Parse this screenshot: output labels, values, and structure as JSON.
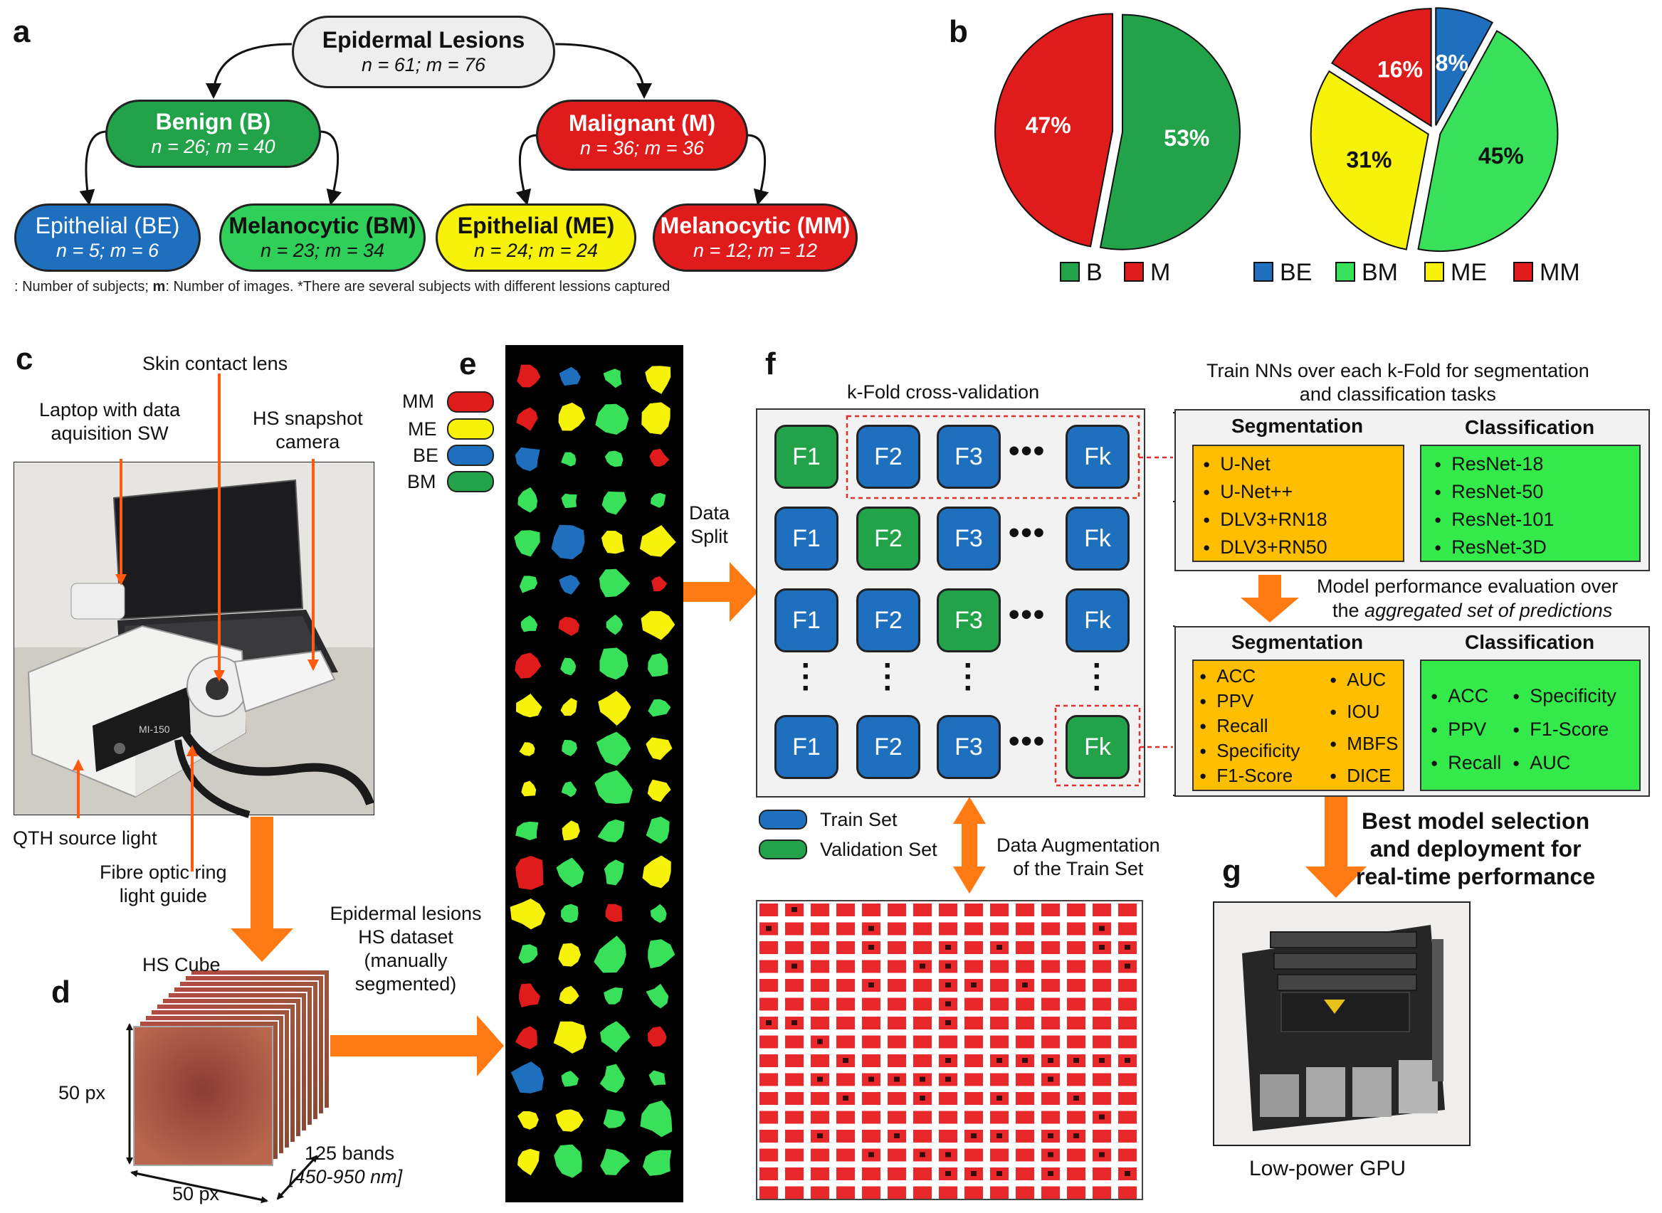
{
  "panels": {
    "a": "a",
    "b": "b",
    "c": "c",
    "d": "d",
    "e": "e",
    "f": "f",
    "g": "g"
  },
  "tree": {
    "root": {
      "title": "Epidermal Lesions",
      "stats": "n = 61; m = 76"
    },
    "benign": {
      "title": "Benign (B)",
      "stats": "n = 26; m = 40"
    },
    "malignant": {
      "title": "Malignant (M)",
      "stats": "n = 36; m = 36"
    },
    "be": {
      "title": "Epithelial (BE)",
      "stats": "n = 5; m = 6"
    },
    "bm": {
      "title": "Melanocytic (BM)",
      "stats": "n = 23; m = 34"
    },
    "me": {
      "title": "Epithelial (ME)",
      "stats": "n = 24; m = 24"
    },
    "mm": {
      "title": "Melanocytic (MM)",
      "stats": "n = 12; m = 12"
    },
    "footnote_parts": [
      ": Number of subjects; ",
      "m",
      ": Number of images. *There are several subjects with different lessions captured"
    ]
  },
  "colors": {
    "benign": "#22a34a",
    "malignant": "#e01b1b",
    "be": "#1f6fbf",
    "bm": "#2fcf5a",
    "bm_pie": "#39e05a",
    "me": "#f7f20a",
    "mm": "#e01b1b",
    "root": "#eeeeee",
    "orange": "#ff7a12",
    "box_orange": "#ffbf00",
    "box_green": "#33ea4a"
  },
  "chart_data": [
    {
      "type": "pie",
      "categories": [
        "B",
        "M"
      ],
      "values": [
        53,
        47
      ],
      "labels": [
        "53%",
        "47%"
      ],
      "legend": [
        "B",
        "M"
      ],
      "legend_position": "bottom"
    },
    {
      "type": "pie",
      "categories": [
        "BE",
        "BM",
        "ME",
        "MM"
      ],
      "values": [
        8,
        45,
        31,
        16
      ],
      "labels": [
        "8%",
        "45%",
        "31%",
        "16%"
      ],
      "legend": [
        "BE",
        "BM",
        "ME",
        "MM"
      ],
      "legend_position": "bottom"
    }
  ],
  "setup": {
    "skin_lens": "Skin contact lens",
    "laptop": "Laptop with data\naquisition SW",
    "camera": "HS snapshot\ncamera",
    "qth": "QTH source light",
    "fibre": "Fibre optic ring\nlight guide",
    "photo_label": "MI-150"
  },
  "cube": {
    "title": "HS Cube",
    "height": "50 px",
    "width": "50 px",
    "bands": "125 bands",
    "range": "[450-950 nm]"
  },
  "dataset_label": "Epidermal lesions\nHS dataset\n(manually\nsegmented)",
  "masks_legend": [
    "MM",
    "ME",
    "BE",
    "BM"
  ],
  "data_split": "Data\nSplit",
  "kfold": {
    "title": "k-Fold cross-validation",
    "folds": [
      "F1",
      "F2",
      "F3",
      "Fk"
    ],
    "ellipsis": "•••",
    "legend_train": "Train Set",
    "legend_val": "Validation Set"
  },
  "train_title": "Train NNs over each k-Fold for segmentation\nand classification tasks",
  "seg_models": {
    "title": "Segmentation",
    "items": [
      "U-Net",
      "U-Net++",
      "DLV3+RN18",
      "DLV3+RN50"
    ]
  },
  "cls_models": {
    "title": "Classification",
    "items": [
      "ResNet-18",
      "ResNet-50",
      "ResNet-101",
      "ResNet-3D"
    ]
  },
  "eval_title_1": "Model performance evaluation over",
  "eval_title_2a": "the ",
  "eval_title_2b": "aggregated set of predictions",
  "seg_metrics": {
    "title": "Segmentation",
    "col1": [
      "ACC",
      "PPV",
      "Recall",
      "Specificity",
      "F1-Score"
    ],
    "col2": [
      "AUC",
      "IOU",
      "MBFS",
      "DICE"
    ]
  },
  "cls_metrics": {
    "title": "Classification",
    "col1": [
      "ACC",
      "PPV",
      "Recall"
    ],
    "col2": [
      "Specificity",
      "F1-Score",
      "AUC"
    ]
  },
  "augmentation": "Data Augmentation\nof the Train Set",
  "deploy": "Best model selection\nand deployment for\nreal-time performance",
  "gpu": "Low-power GPU"
}
